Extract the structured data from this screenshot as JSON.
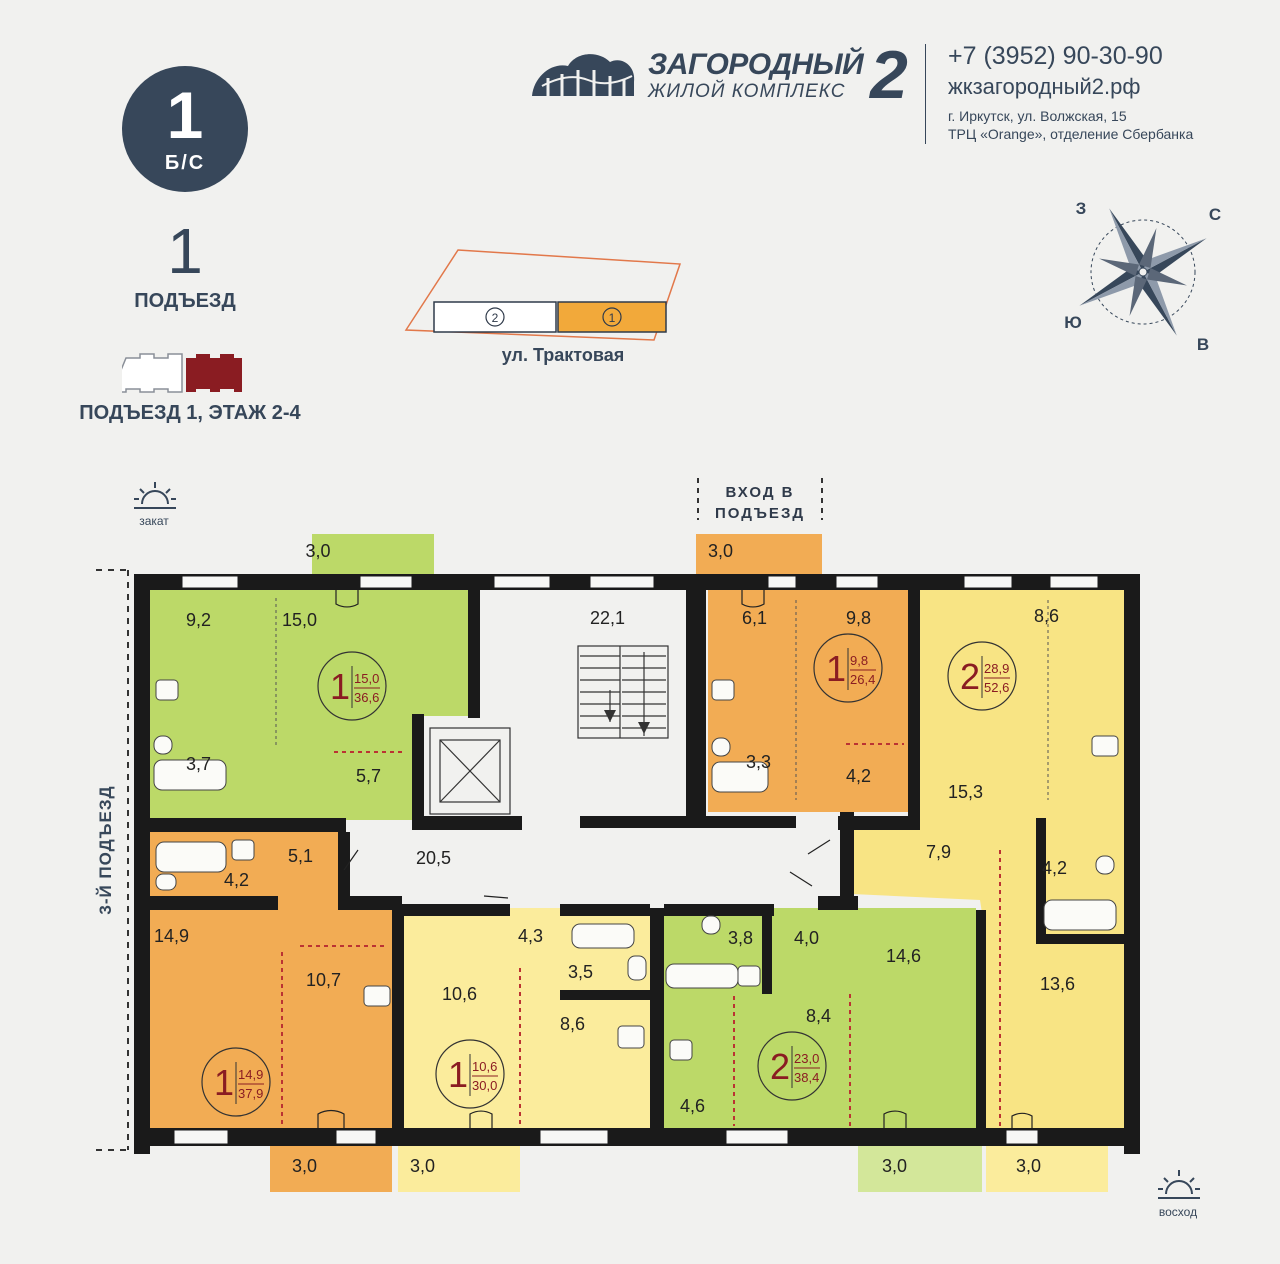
{
  "header": {
    "section_badge_number": "1",
    "section_badge_sub": "Б/С",
    "entrance_number": "1",
    "entrance_label": "ПОДЪЕЗД",
    "floor_label": "ПОДЪЕЗД 1, ЭТАЖ 2-4"
  },
  "brand": {
    "name": "ЗАГОРОДНЫЙ",
    "number": "2",
    "subtitle": "ЖИЛОЙ КОМПЛЕКС",
    "phone": "+7 (3952) 90-30-90",
    "website": "жкзагородный2.рф",
    "address_line1": "г. Иркутск, ул. Волжская, 15",
    "address_line2": "ТРЦ «Orange», отделение Сбербанка"
  },
  "key_plan": {
    "street": "ул. Трактовая",
    "sections": [
      {
        "number": "2",
        "color": "#ffffff"
      },
      {
        "number": "1",
        "color": "#f2a93a"
      }
    ]
  },
  "compass": {
    "west": "З",
    "north": "С",
    "south": "Ю",
    "east": "В"
  },
  "labels": {
    "sunset": "закат",
    "sunrise": "восход",
    "entrance_line1": "ВХОД В",
    "entrance_line2": "ПОДЪЕЗД",
    "side_entrance": "3-Й ПОДЪЕЗД"
  },
  "colors": {
    "green": "#bcd968",
    "orange": "#f2ac54",
    "yellow": "#f8e484",
    "light_yellow": "#fbec9c",
    "walls": "#1a1a1a",
    "accent_red": "#8a1c22"
  },
  "apartments": [
    {
      "rooms": "1",
      "living": "15,0",
      "total": "36,6"
    },
    {
      "rooms": "1",
      "living": "9,8",
      "total": "26,4"
    },
    {
      "rooms": "2",
      "living": "28,9",
      "total": "52,6"
    },
    {
      "rooms": "1",
      "living": "14,9",
      "total": "37,9"
    },
    {
      "rooms": "1",
      "living": "10,6",
      "total": "30,0"
    },
    {
      "rooms": "2",
      "living": "23,0",
      "total": "38,4"
    }
  ],
  "areas": {
    "a1_kitchen": "9,2",
    "a1_room": "15,0",
    "a1_bath": "3,7",
    "a1_hall": "5,7",
    "a1_balcony": "3,0",
    "stair": "22,1",
    "corridor": "20,5",
    "a2_kitchen": "6,1",
    "a2_room": "9,8",
    "a2_bath": "3,3",
    "a2_hall": "4,2",
    "a2_balcony": "3,0",
    "a3_kitchen": "8,6",
    "a3_room1": "15,3",
    "a3_hall": "7,9",
    "a3_bath": "4,2",
    "a3_room2": "13,6",
    "a3_balcony": "3,0",
    "a4_bath": "4,2",
    "a4_hall": "5,1",
    "a4_room": "14,9",
    "a4_kitchen": "10,7",
    "a4_balcony": "3,0",
    "a5_hall": "4,3",
    "a5_bath": "3,5",
    "a5_room": "10,6",
    "a5_kitchen": "8,6",
    "a5_balcony": "3,0",
    "a6_wc": "3,8",
    "a6_bath": "4,0",
    "a6_room1": "14,6",
    "a6_kitchen": "8,4",
    "a6_hall": "4,6",
    "a6_balcony": "3,0"
  }
}
